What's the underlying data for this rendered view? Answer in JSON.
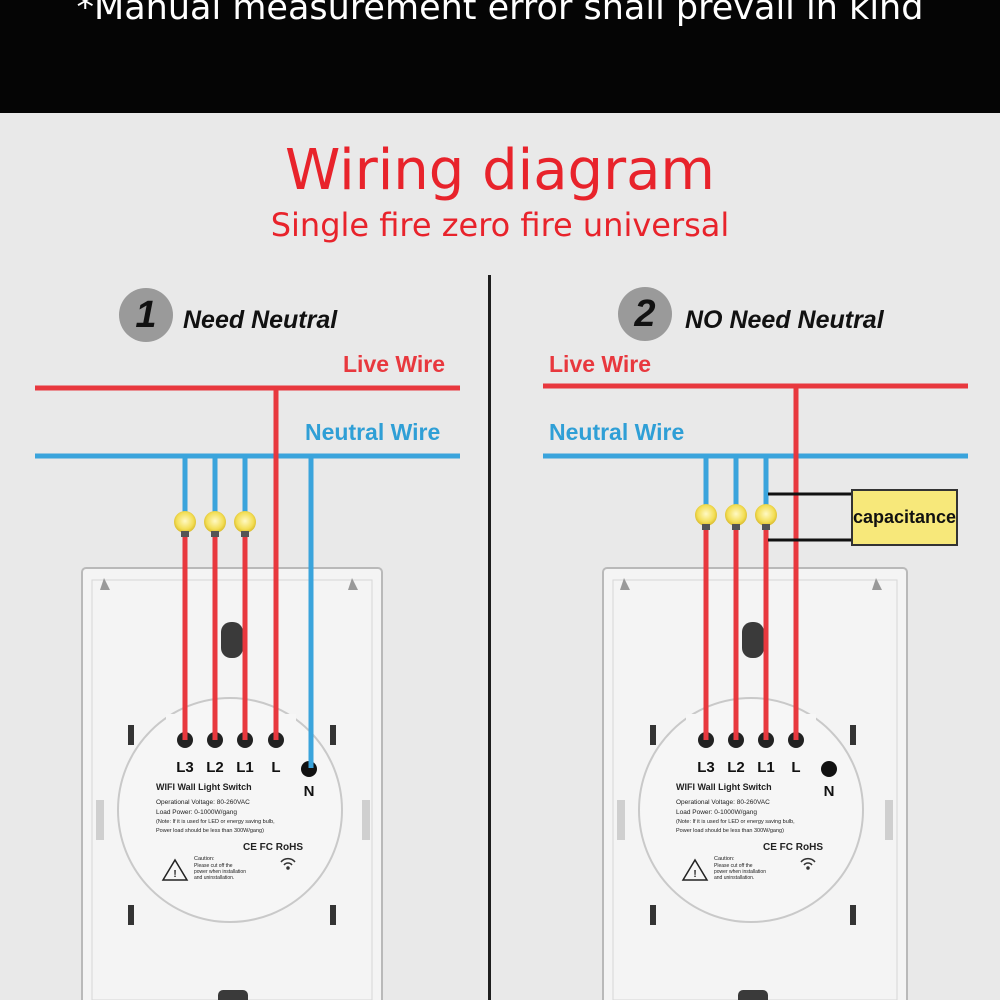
{
  "banner": {
    "text": "*Manual measurement error shall prevail in kind"
  },
  "header": {
    "title": "Wiring diagram",
    "subtitle": "Single fire zero fire universal"
  },
  "panel_1": {
    "number": "1",
    "title": "Need Neutral",
    "live_label": "Live Wire",
    "neutral_label": "Neutral Wire",
    "terminals": [
      "L3",
      "L2",
      "L1",
      "L"
    ],
    "neutral_terminal": "N"
  },
  "panel_2": {
    "number": "2",
    "title": "NO Need Neutral",
    "live_label": "Live Wire",
    "neutral_label": "Neutral Wire",
    "terminals": [
      "L3",
      "L2",
      "L1",
      "L"
    ],
    "neutral_terminal": "N",
    "capacitor_label": "capacitance"
  },
  "module": {
    "product": "WIFI Wall Light Switch",
    "voltage": "Operational Voltage: 80-260VAC",
    "load": "Load Power: 0-1000W/gang",
    "note": "(Note: If it is used for LED or energy saving bulb,",
    "note2": "Power load should be less than 300W/gang)",
    "cert": "CE FC RoHS",
    "caution_title": "Caution:",
    "caution_l1": "Please cut off the",
    "caution_l2": "power when installation",
    "caution_l3": "and uninstallation."
  },
  "colors": {
    "live": "#e8383e",
    "neutral": "#3aa4dc",
    "title_red": "#e8232b",
    "banner": "#050505"
  }
}
